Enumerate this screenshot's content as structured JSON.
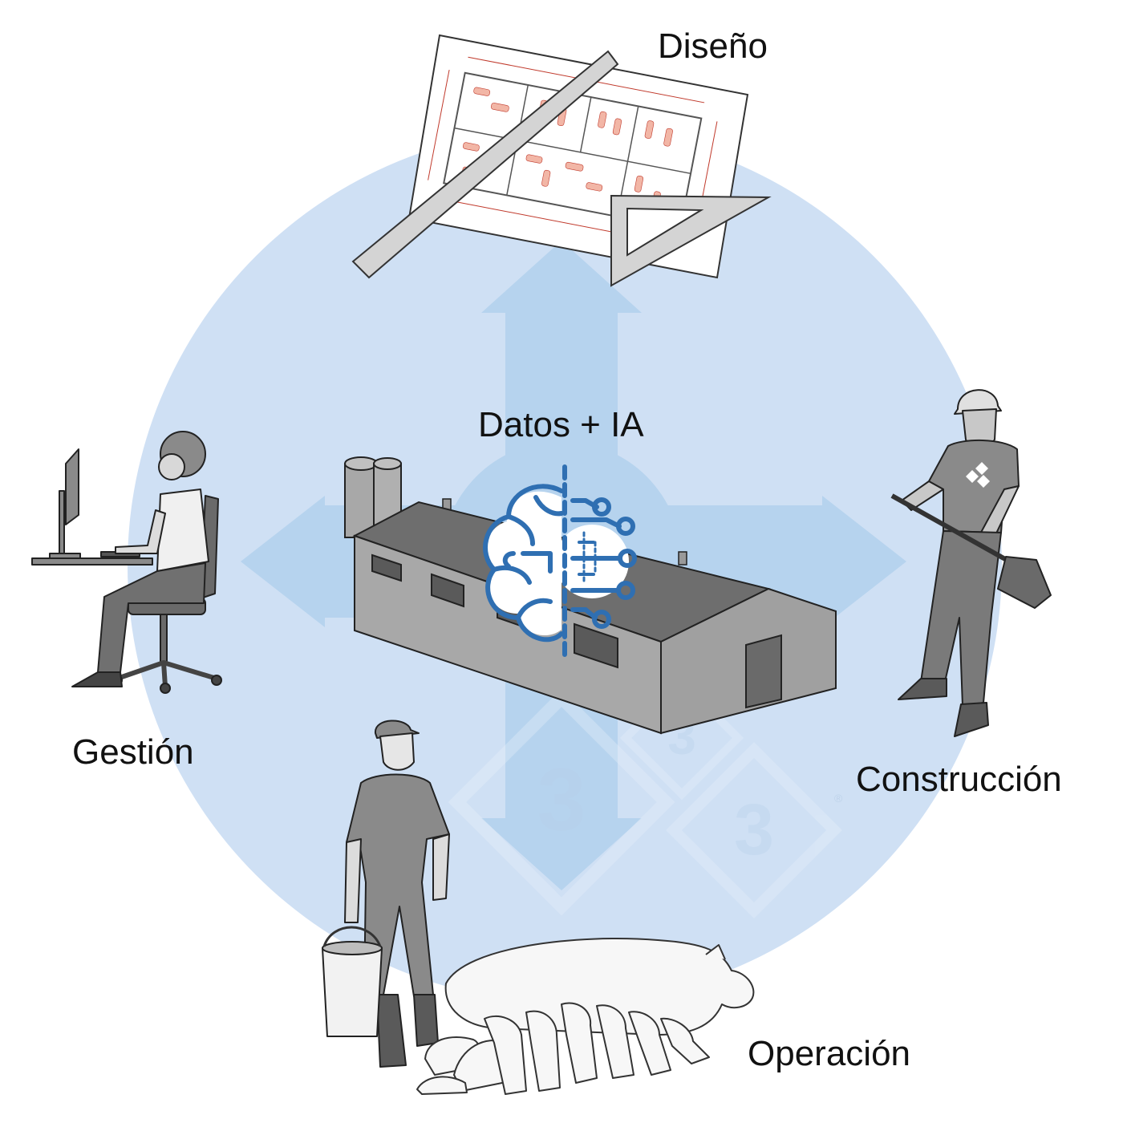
{
  "labels": {
    "design": "Diseño",
    "center": "Datos + IA",
    "management": "Gestión",
    "construction": "Construcción",
    "operation": "Operación"
  },
  "watermark": {
    "digit": "3",
    "mark": "®"
  },
  "colors": {
    "circle": "#cfe0f4",
    "arrows": "#b6d3ee",
    "ai_icon": "#2f6fb2",
    "building_roof": "#6e6e6e",
    "building_wall": "#a8a8a8",
    "figures": "#8a8a8a",
    "blueprint_lines": "#c0392b",
    "blueprint_animals": "#f2b6a6"
  },
  "icons": {
    "center": "brain-circuit-icon",
    "design": "blueprint-with-ruler-and-set-square",
    "management": "person-at-computer",
    "construction": "worker-with-shovel",
    "operation": "farmer-with-bucket-and-sow-with-piglets",
    "hub": "pig-barn-building"
  }
}
